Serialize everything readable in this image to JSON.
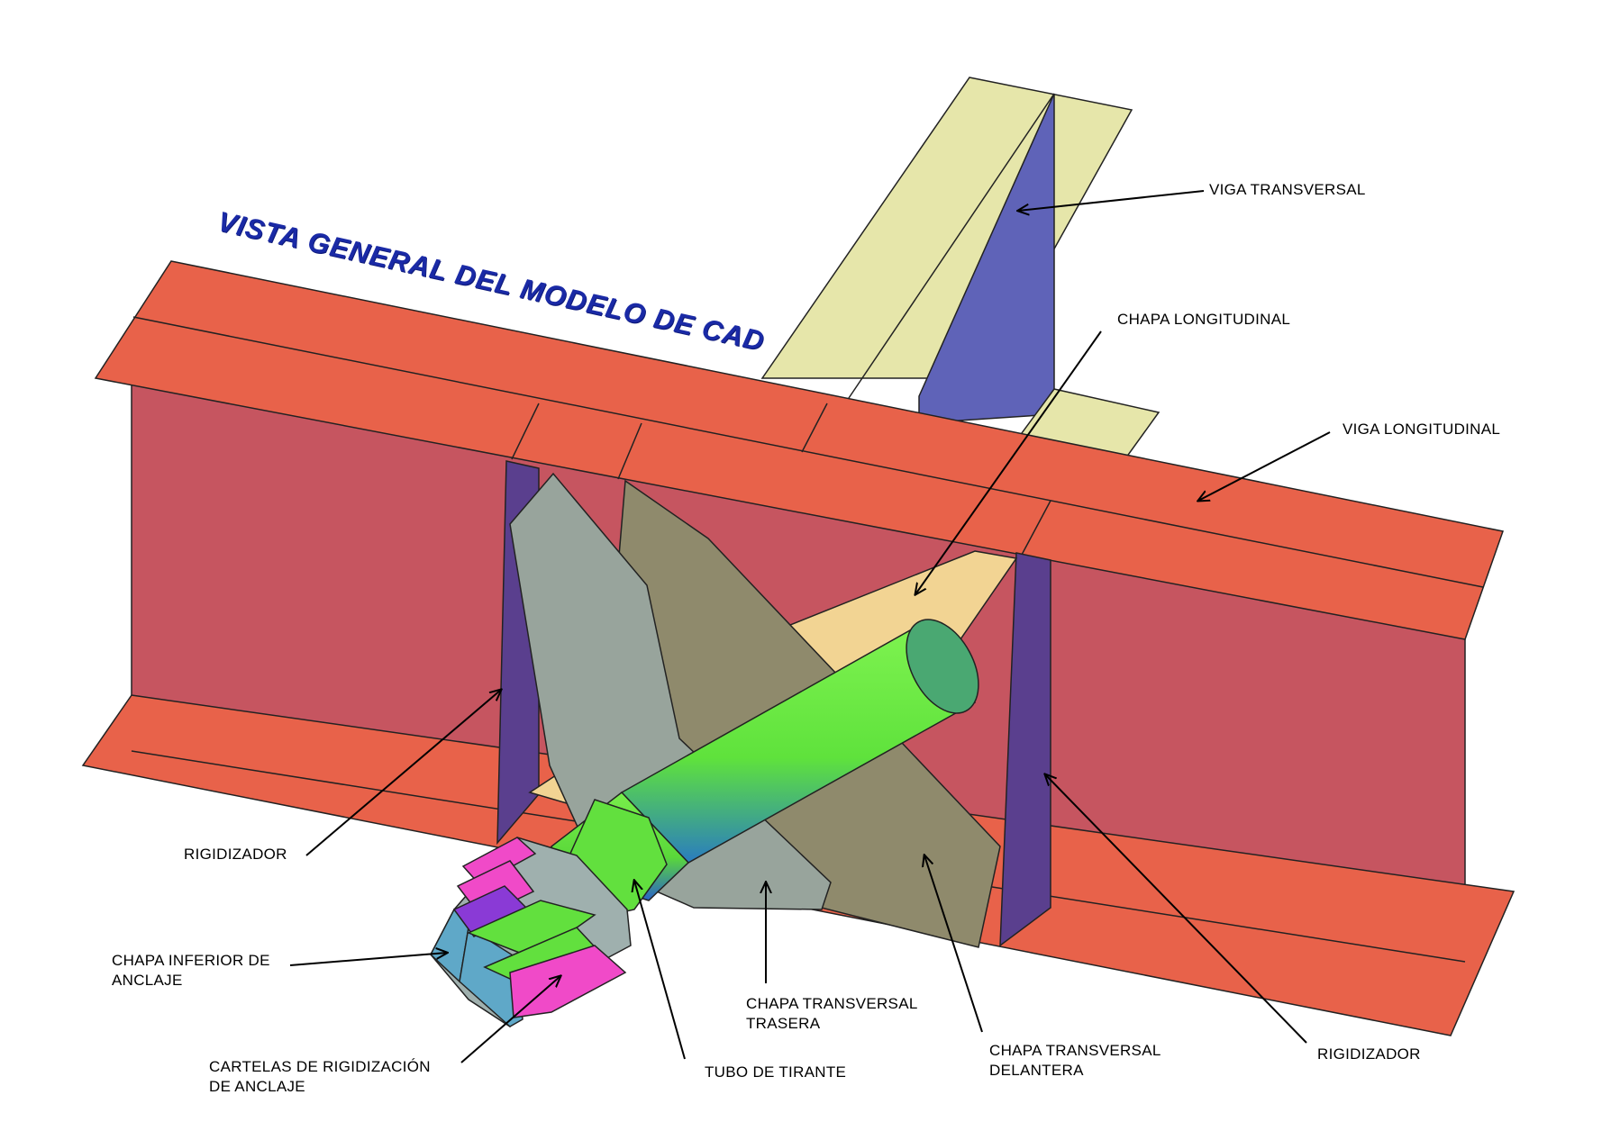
{
  "title": "VISTA GENERAL DEL MODELO DE CAD",
  "labels": {
    "viga_transversal": "VIGA TRANSVERSAL",
    "chapa_longitudinal": "CHAPA LONGITUDINAL",
    "viga_longitudinal": "VIGA LONGITUDINAL",
    "rigidizador_left": "RIGIDIZADOR",
    "rigidizador_right": "RIGIDIZADOR",
    "chapa_inferior_line1": "CHAPA INFERIOR DE",
    "chapa_inferior_line2": "ANCLAJE",
    "cartelas_line1": "CARTELAS DE RIGIDIZACIÓN",
    "cartelas_line2": "DE ANCLAJE",
    "tubo_tirante": "TUBO DE TIRANTE",
    "chapa_trasera_line1": "CHAPA TRANSVERSAL",
    "chapa_trasera_line2": "TRASERA",
    "chapa_delantera_line1": "CHAPA TRANSVERSAL",
    "chapa_delantera_line2": "DELANTERA"
  },
  "colors": {
    "flange": "#e8624a",
    "web": "#c65560",
    "stiffener": "#5a3f8e",
    "transverse_flange": "#e6e6aa",
    "transverse_web": "#5f63b8",
    "longitudinal_plate": "#f2d493",
    "rear_plate": "#98a49c",
    "front_plate": "#8f8a6c",
    "tube": "#6fe84a",
    "gusset_magenta": "#f04ac8",
    "gusset_violet": "#8a3ad6",
    "title": "#1a2aa6"
  }
}
